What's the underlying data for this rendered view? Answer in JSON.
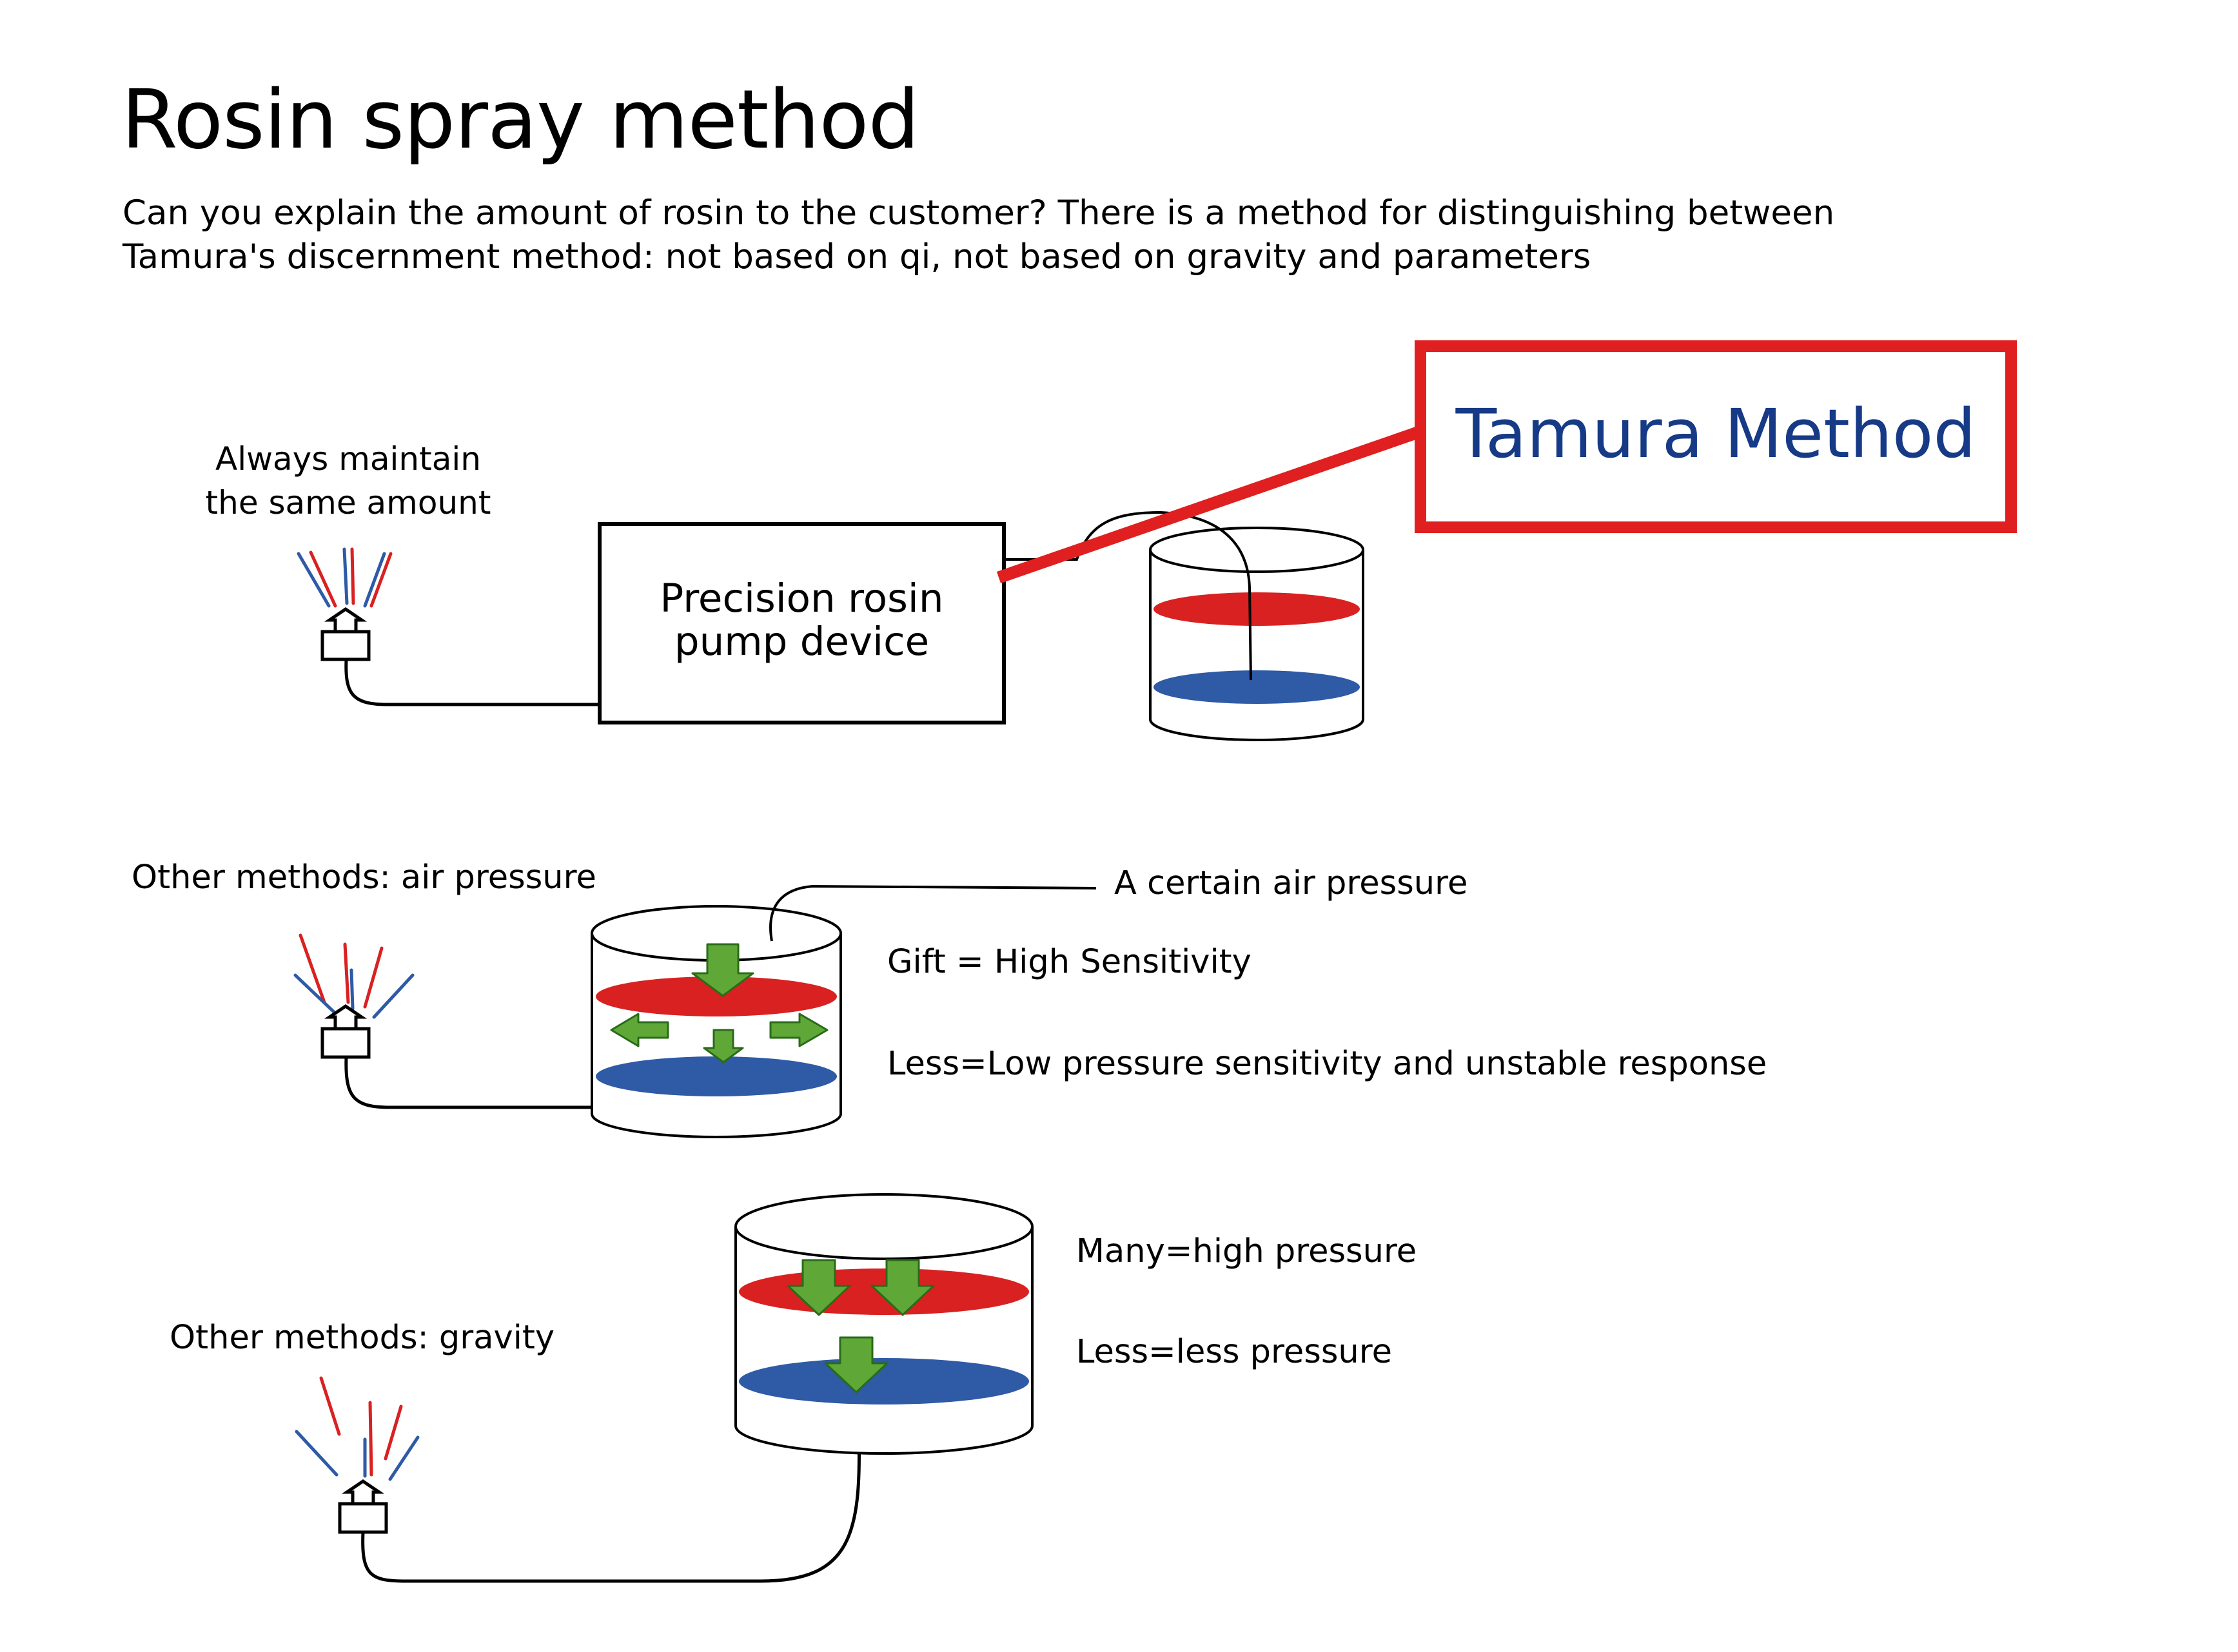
{
  "page": {
    "title": "Rosin spray method",
    "subtitle_lines": [
      "Can you explain the amount of rosin to the customer? There is a method for distinguishing between",
      "Tamura's discernment method: not based on qi, not based on gravity and parameters"
    ]
  },
  "colors": {
    "highlight_red": "#e02020",
    "tamura_text": "#163a86",
    "rosin_red": "#d92121",
    "rosin_blue": "#2e5aa6",
    "arrow_green": "#5fa837"
  },
  "tamura_section": {
    "nozzle_caption_lines": [
      "Always maintain",
      "the same amount"
    ],
    "pump_label_lines": [
      "Precision rosin",
      "pump device"
    ],
    "highlight_label": "Tamura Method"
  },
  "air_section": {
    "heading": "Other methods: air pressure",
    "pressure_label": "A certain air pressure",
    "notes": [
      "Gift = High Sensitivity",
      "Less=Low pressure sensitivity and unstable response"
    ]
  },
  "gravity_section": {
    "heading": "Other methods: gravity",
    "notes": [
      "Many=high pressure",
      "Less=less pressure"
    ]
  },
  "icons": [
    "spray-nozzle-icon",
    "rosin-tank-icon",
    "pressure-arrow-icon"
  ]
}
